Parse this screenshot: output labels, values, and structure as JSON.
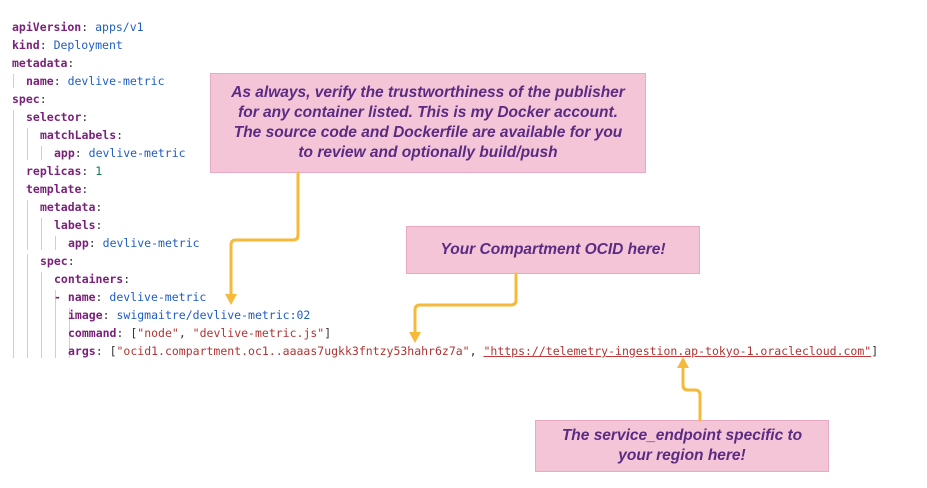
{
  "yaml_lines": [
    {
      "key": "apiVersion",
      "value": "apps/v1",
      "kind": "v"
    },
    {
      "key": "kind",
      "value": "Deployment",
      "kind": "v"
    },
    {
      "key": "metadata",
      "value": "",
      "kind": "v"
    },
    {
      "key": "name",
      "value": "devlive-metric",
      "kind": "v"
    },
    {
      "key": "spec",
      "value": "",
      "kind": "v"
    },
    {
      "key": "selector",
      "value": "",
      "kind": "v"
    },
    {
      "key": "matchLabels",
      "value": "",
      "kind": "v"
    },
    {
      "key": "app",
      "value": "devlive-metric",
      "kind": "v"
    },
    {
      "key": "replicas",
      "value": "1",
      "kind": "num"
    },
    {
      "key": "template",
      "value": "",
      "kind": "v"
    },
    {
      "key": "metadata",
      "value": "",
      "kind": "v"
    },
    {
      "key": "labels",
      "value": "",
      "kind": "v"
    },
    {
      "key": "app",
      "value": "devlive-metric",
      "kind": "v"
    },
    {
      "key": "spec",
      "value": "",
      "kind": "v"
    },
    {
      "key": "containers",
      "value": "",
      "kind": "v"
    },
    {
      "key": "- name",
      "value": "devlive-metric",
      "kind": "v"
    },
    {
      "key": "image",
      "value": "swigmaitre/devlive-metric:02",
      "kind": "v"
    },
    {
      "key": "command",
      "value": "",
      "kind": "arr",
      "items": [
        "\"node\"",
        "\"devlive-metric.js\""
      ]
    },
    {
      "key": "args",
      "value": "",
      "kind": "arr",
      "items": [
        "\"ocid1.compartment.oc1..aaaas7ugkk3fntzy53hahr6z7a\"",
        "\"https://telemetry-ingestion.ap-tokyo-1.oraclecloud.com\""
      ],
      "underline_item": 1
    }
  ],
  "callouts": {
    "publisher": {
      "lines": [
        "As always, verify the trustworthiness of the publisher",
        "for any container listed.  This is my Docker account.",
        "The source code and Dockerfile are available for you",
        "to review and optionally build/push"
      ]
    },
    "compartment": {
      "lines": [
        "Your Compartment OCID here!"
      ]
    },
    "endpoint": {
      "lines": [
        "The service_endpoint specific to",
        "your region here!"
      ]
    }
  },
  "colors": {
    "callout_fill": "#f3c5d7",
    "callout_text": "#5b2b83",
    "arrow": "#f6b93b"
  }
}
